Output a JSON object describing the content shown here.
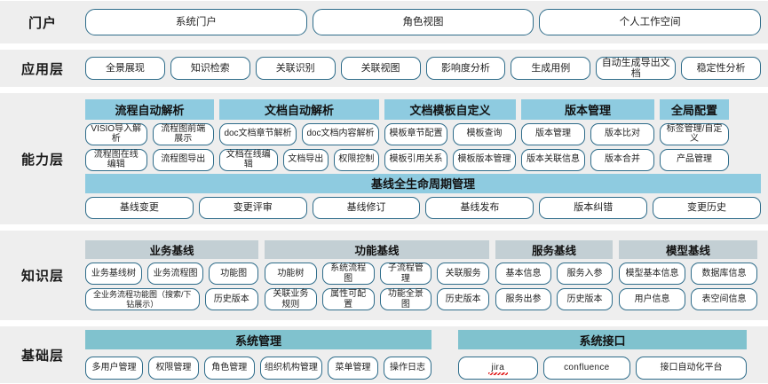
{
  "diagram": {
    "title": "系统分层架构图",
    "colors": {
      "band_bg": "#eeeeee",
      "pill_border": "#2e6c8a",
      "capability_header": "#8ecbe0",
      "knowledge_header": "#c3cfd4",
      "base_header": "#80c2ce",
      "page_bg": "#ffffff"
    }
  },
  "layers": [
    {
      "label": "门户",
      "items": [
        "系统门户",
        "角色视图",
        "个人工作空间"
      ]
    },
    {
      "label": "应用层",
      "items": [
        "全景展现",
        "知识检索",
        "关联识别",
        "关联视图",
        "影响度分析",
        "生成用例",
        "自动生成导出文档",
        "稳定性分析"
      ]
    },
    {
      "label": "能力层",
      "groups": [
        {
          "header": "流程自动解析",
          "rows": [
            [
              "VISIO导入解析",
              "流程图前端展示"
            ],
            [
              "流程图在线编辑",
              "流程图导出"
            ]
          ]
        },
        {
          "header": "文档自动解析",
          "rows": [
            [
              "doc文档章节解析",
              "doc文档内容解析"
            ],
            [
              "文档在线编辑",
              "文档导出",
              "权限控制"
            ]
          ]
        },
        {
          "header": "文档模板自定义",
          "rows": [
            [
              "模板章节配置",
              "模板查询"
            ],
            [
              "模板引用关系",
              "模板版本管理"
            ]
          ]
        },
        {
          "header": "版本管理",
          "rows": [
            [
              "版本管理",
              "版本比对"
            ],
            [
              "版本关联信息",
              "版本合并"
            ]
          ]
        },
        {
          "header": "全局配置",
          "rows": [
            [
              "标签管理/自定义"
            ],
            [
              "产品管理"
            ]
          ]
        }
      ],
      "baseline": {
        "header": "基线全生命周期管理",
        "items": [
          "基线变更",
          "变更评审",
          "基线修订",
          "基线发布",
          "版本纠错",
          "变更历史"
        ]
      }
    },
    {
      "label": "知识层",
      "groups": [
        {
          "header": "业务基线",
          "rows": [
            [
              "业务基线树",
              "业务流程图",
              "功能图"
            ],
            [
              "全业务流程功能图（搜索/下钻展示）",
              "历史版本"
            ]
          ]
        },
        {
          "header": "功能基线",
          "rows": [
            [
              "功能树",
              "系统流程图",
              "子流程管理",
              "关联服务"
            ],
            [
              "关联业务规则",
              "属性可配置",
              "功能全景图",
              "历史版本"
            ]
          ]
        },
        {
          "header": "服务基线",
          "rows": [
            [
              "基本信息",
              "服务入参"
            ],
            [
              "服务出参",
              "历史版本"
            ]
          ]
        },
        {
          "header": "模型基线",
          "rows": [
            [
              "模型基本信息",
              "数据库信息"
            ],
            [
              "用户信息",
              "表空间信息"
            ]
          ]
        }
      ]
    },
    {
      "label": "基础层",
      "groups": [
        {
          "header": "系统管理",
          "rows": [
            [
              "多用户管理",
              "权限管理",
              "角色管理",
              "组织机构管理",
              "菜单管理",
              "操作日志"
            ]
          ]
        },
        {
          "header": "系统接口",
          "rows": [
            [
              "jira",
              "confluence",
              "接口自动化平台"
            ]
          ]
        }
      ]
    }
  ]
}
